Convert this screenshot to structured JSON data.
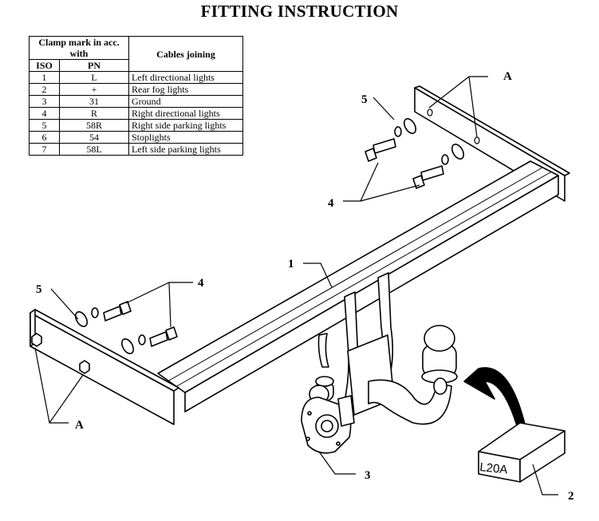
{
  "title": "FITTING INSTRUCTION",
  "table": {
    "header_clamp": "Clamp mark in acc. with",
    "header_iso": "ISO",
    "header_pn": "PN",
    "header_cables": "Cables joining",
    "rows": [
      {
        "iso": "1",
        "pn": "L",
        "cable": "Left directional lights"
      },
      {
        "iso": "2",
        "pn": "+",
        "cable": "Rear fog lights"
      },
      {
        "iso": "3",
        "pn": "31",
        "cable": "Ground"
      },
      {
        "iso": "4",
        "pn": "R",
        "cable": "Right directional lights"
      },
      {
        "iso": "5",
        "pn": "58R",
        "cable": "Right side parking lights"
      },
      {
        "iso": "6",
        "pn": "54",
        "cable": "Stoplights"
      },
      {
        "iso": "7",
        "pn": "58L",
        "cable": "Left side parking lights"
      }
    ]
  },
  "labels": {
    "beam": "1",
    "plate_part": "2",
    "socket": "3",
    "bolt_left": "4",
    "bolt_right": "4",
    "washer_left": "5",
    "washer_right": "5",
    "holes_left": "A",
    "holes_right": "A"
  },
  "plate_text": "L20A"
}
